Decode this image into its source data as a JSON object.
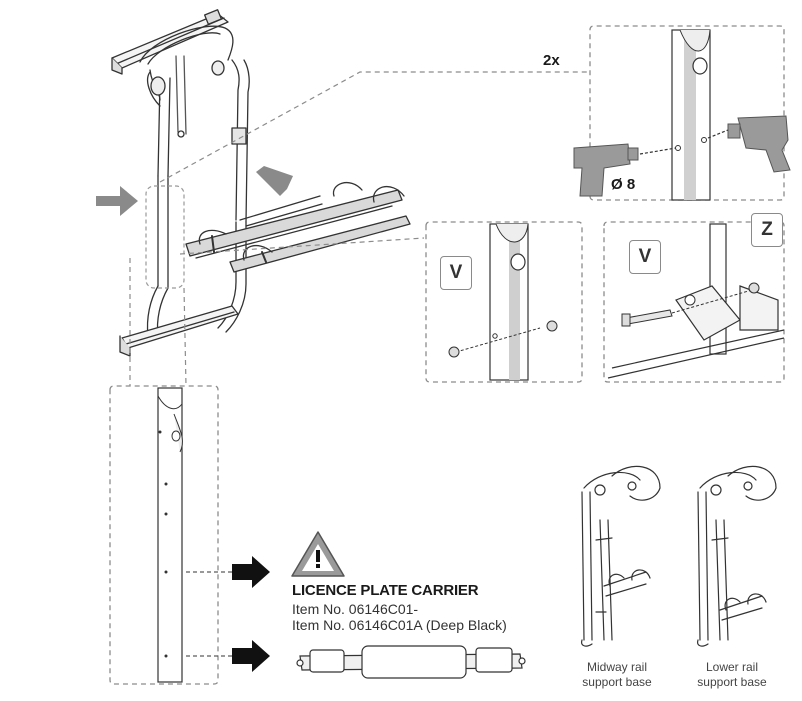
{
  "callouts": {
    "quantity": "2x",
    "drill_diameter": "Ø 8"
  },
  "parts": {
    "v_label_1": "V",
    "v_label_2": "V",
    "z_label": "Z"
  },
  "licence_plate": {
    "title": "LICENCE PLATE CARRIER",
    "item_1": "Item No. 06146C01-",
    "item_2": "Item No. 06146C01A (Deep Black)"
  },
  "variants": {
    "midway_caption_line1": "Midway rail",
    "midway_caption_line2": "support base",
    "lower_caption_line1": "Lower rail",
    "lower_caption_line2": "support base"
  },
  "colors": {
    "dashed_frame": "#8c8c8c",
    "arrow_grey": "#8a8a8a",
    "arrow_black": "#111111",
    "rail_grey": "#c8c8c8"
  }
}
